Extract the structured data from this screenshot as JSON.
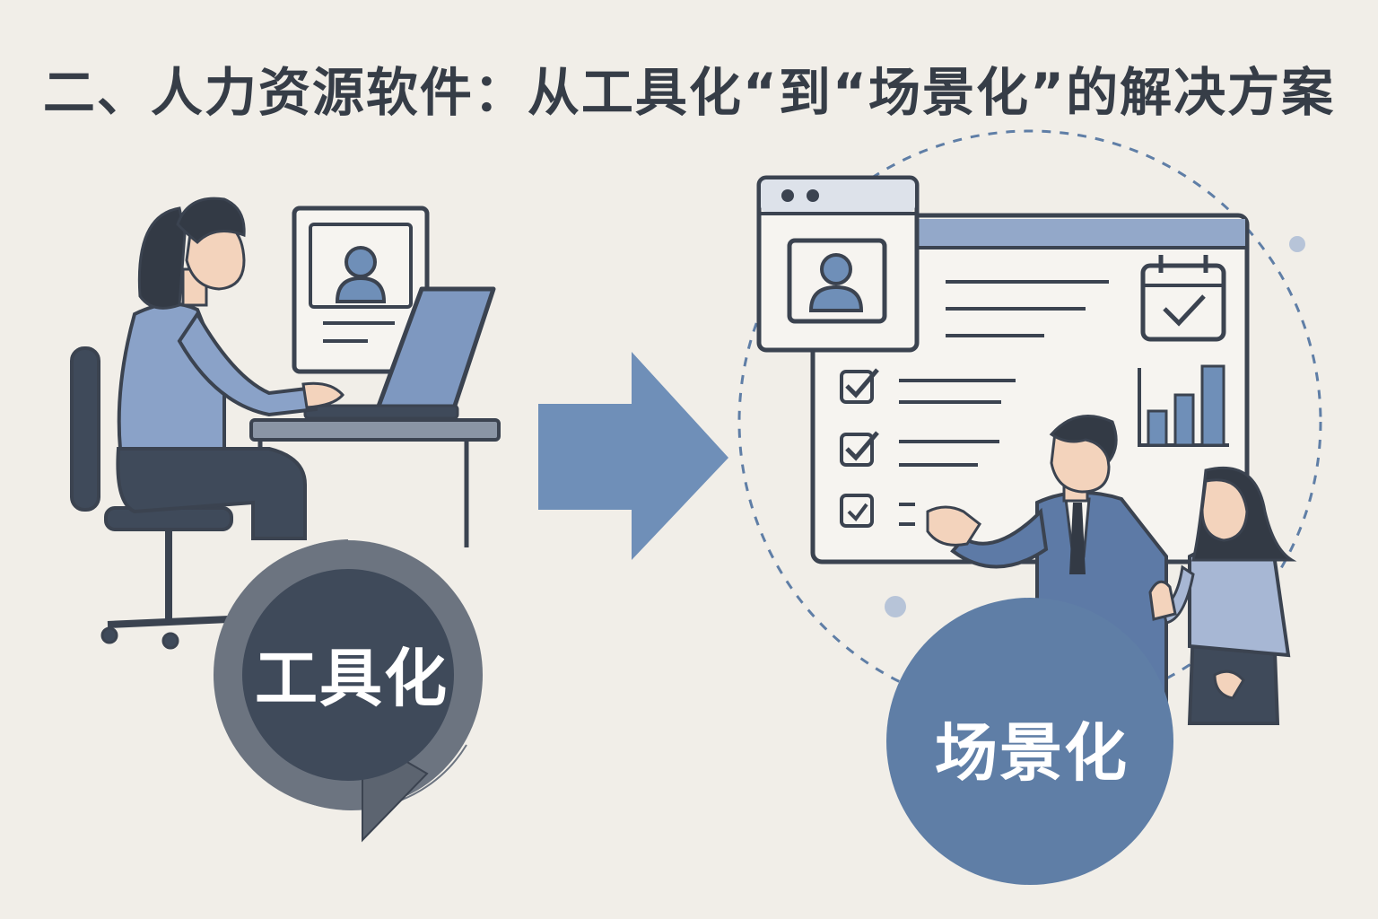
{
  "title": "二、人力资源软件：从工具化“到“场景化”的解决方案",
  "left_badge": {
    "label": "工具化"
  },
  "right_badge": {
    "label": "场景化"
  },
  "colors": {
    "background": "#f1eee8",
    "outline": "#3b4350",
    "accent_blue": "#6f8fb8",
    "light_blue": "#93a8c9",
    "dark_slate": "#3f4a5a",
    "gray_ring": "#6c7480"
  },
  "icons": [
    "person-at-laptop",
    "profile-card-icon",
    "arrow-right",
    "browser-window",
    "avatar-icon",
    "checklist",
    "calendar-check-icon",
    "bar-chart-icon",
    "presenter-man",
    "woman-thumbs-up",
    "cycle-arrow-icon"
  ]
}
